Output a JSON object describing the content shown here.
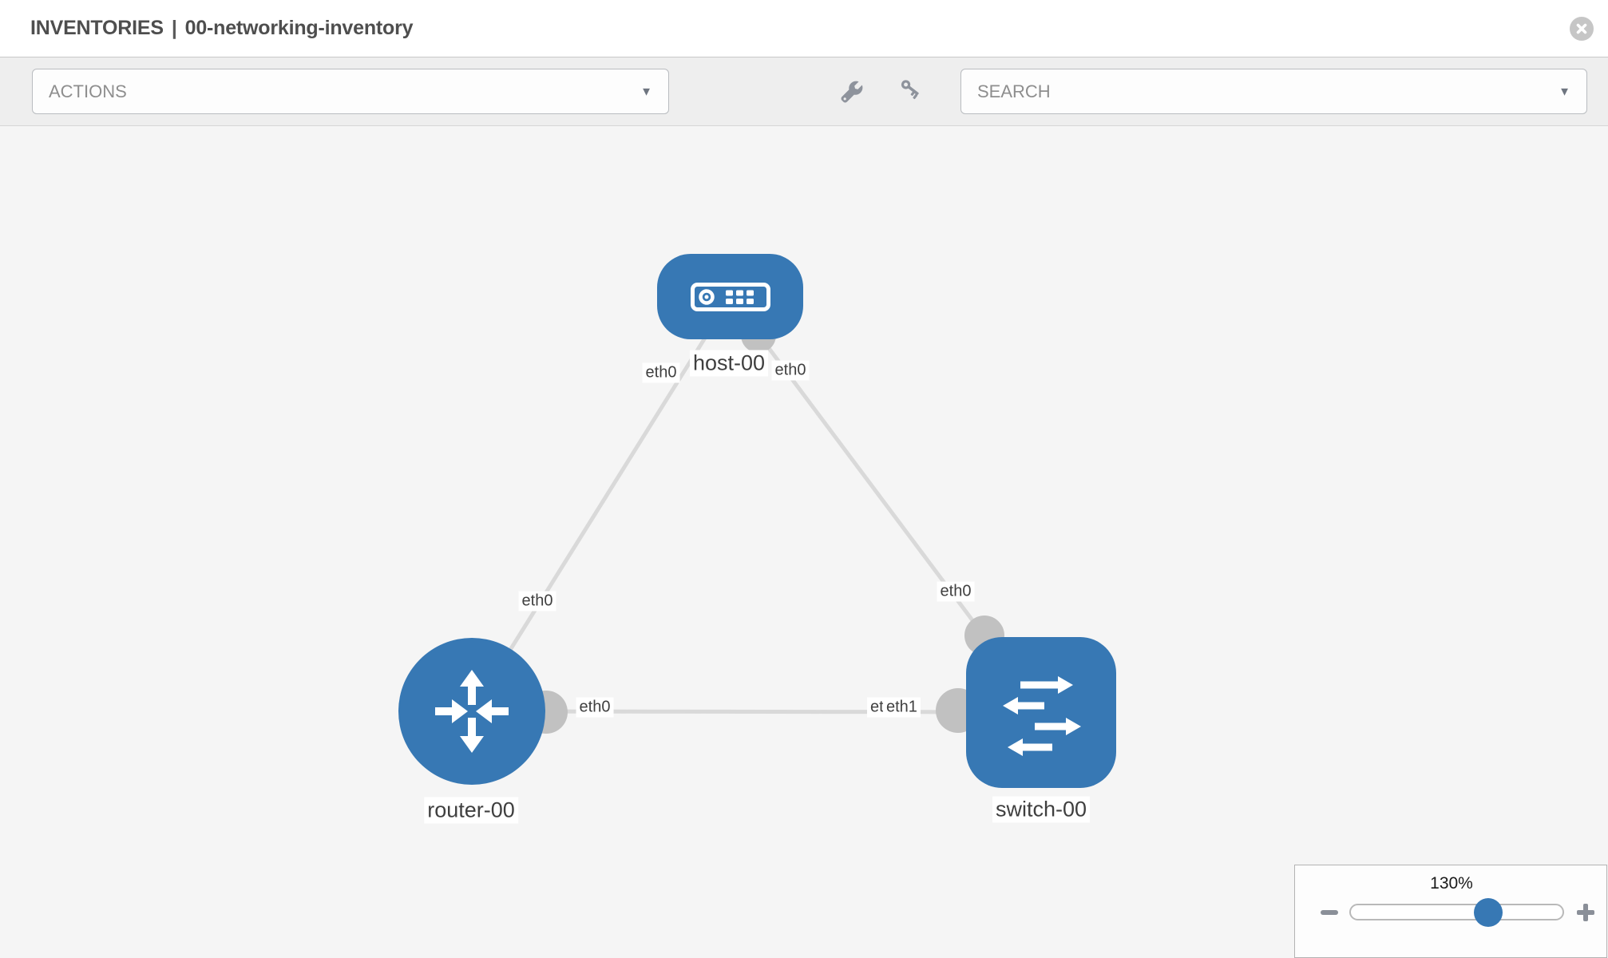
{
  "header": {
    "section": "INVENTORIES",
    "separator": "|",
    "inventory_name": "00-networking-inventory"
  },
  "toolbar": {
    "actions_label": "ACTIONS",
    "search_label": "SEARCH",
    "caret": "▼",
    "icons": [
      "wrench-icon",
      "key-icon"
    ]
  },
  "topology": {
    "nodes": [
      {
        "label": "host-00",
        "type": "host"
      },
      {
        "label": "router-00",
        "type": "router"
      },
      {
        "label": "switch-00",
        "type": "switch"
      }
    ],
    "links": [
      {
        "from": "host-00",
        "from_iface": "eth0",
        "to": "router-00",
        "to_iface": "eth0"
      },
      {
        "from": "host-00",
        "from_iface": "eth0",
        "to": "switch-00",
        "to_iface": "eth0"
      },
      {
        "from": "router-00",
        "from_iface": "eth0",
        "to": "switch-00",
        "to_iface": "eth1"
      }
    ],
    "iface_labels": [
      "eth0",
      "eth0",
      "eth0",
      "eth0",
      "eth0",
      "eth0",
      "eth1"
    ]
  },
  "zoom_control": {
    "level": "130%"
  },
  "colors": {
    "node_blue": "#3778b4",
    "link_gray": "#d9d9d9",
    "iface_gray": "#c1c1c1",
    "toolbar_bg": "#eeeeee",
    "canvas_bg": "#f5f5f5",
    "title_text": "#4e4e4e"
  }
}
